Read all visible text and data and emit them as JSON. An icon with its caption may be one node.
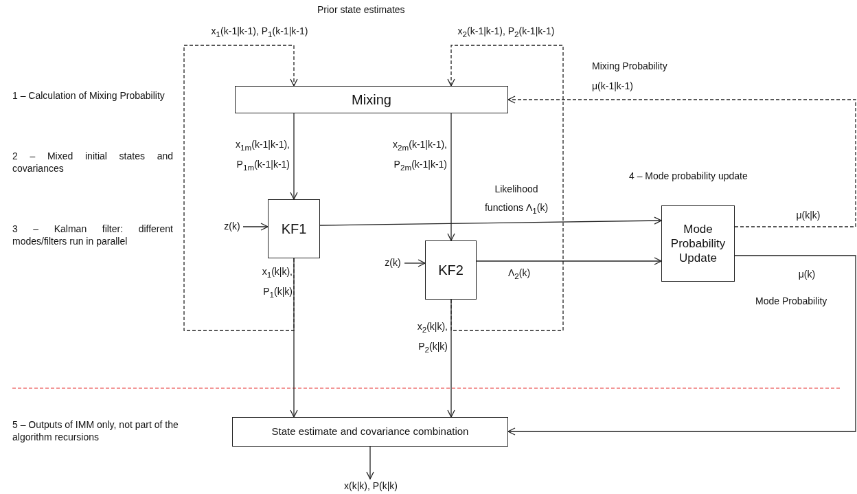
{
  "diagram": {
    "nodes": [
      {
        "text": [
          "Mixing"
        ]
      },
      {
        "text": [
          "KF1"
        ]
      },
      {
        "text": [
          "KF2"
        ]
      },
      {
        "text": [
          "Mode Probability Update"
        ]
      },
      {
        "text": [
          "State estimate and covariance combination"
        ]
      },
      {
        "text": [
          "x(k|k), P(k|k)"
        ]
      },
      {
        "text": [
          "z(k)"
        ]
      },
      {
        "text": [
          "z(k)"
        ]
      }
    ],
    "edges": [
      {
        "from": 0,
        "to": 1,
        "arrow": "to",
        "label": "x$_{1m}$(k-1|k-1), P$_{1m}$(k-1|k-1)"
      },
      {
        "from": 0,
        "to": 2,
        "arrow": "to",
        "label": "x$_{2m}$(k-1|k-1), P$_{2m}$(k-1|k-1)"
      },
      {
        "from": 6,
        "to": 1,
        "arrow": "to"
      },
      {
        "from": 7,
        "to": 2,
        "arrow": "to"
      },
      {
        "from": 1,
        "to": 3,
        "arrow": "to",
        "label": "Likelihood functions Λ$_{1}$(k)"
      },
      {
        "from": 2,
        "to": 3,
        "arrow": "to",
        "label": "Λ$_{2}$(k)"
      },
      {
        "from": 1,
        "to": 4,
        "arrow": "to",
        "label": "x$_{1}$(k|k), P$_{1}$(k|k)"
      },
      {
        "from": 2,
        "to": 4,
        "arrow": "to",
        "label": "x$_{2}$(k|k), P$_{2}$(k|k)"
      },
      {
        "from": 1,
        "to": 0,
        "arrow": "to",
        "style": "dashed",
        "label": "x$_{1}$(k-1|k-1),  P$_{1}$(k-1|k-1)"
      },
      {
        "from": 2,
        "to": 0,
        "arrow": "to",
        "style": "dashed",
        "label": "x$_{2}$(k-1|k-1),  P$_{2}$(k-1|k-1)"
      },
      {
        "from": 3,
        "to": 0,
        "arrow": "to",
        "style": "dashed",
        "label": "μ(k|k)"
      },
      {
        "from": 3,
        "to": 4,
        "arrow": "to",
        "label": "μ(k)"
      },
      {
        "from": 4,
        "to": 5,
        "arrow": "to"
      }
    ],
    "labels": [
      "Prior state estimates",
      "Mixing Probability",
      "μ(k-1|k-1)",
      "1 – Calculation of Mixing Probability",
      "2 – Mixed initial states and covariances",
      "4 – Mode probability update",
      "3 – Kalman filter: different modes/filters run in parallel",
      "Mode Probability",
      "5 – Outputs of IMM only, not part of the algorithm recursions"
    ]
  }
}
